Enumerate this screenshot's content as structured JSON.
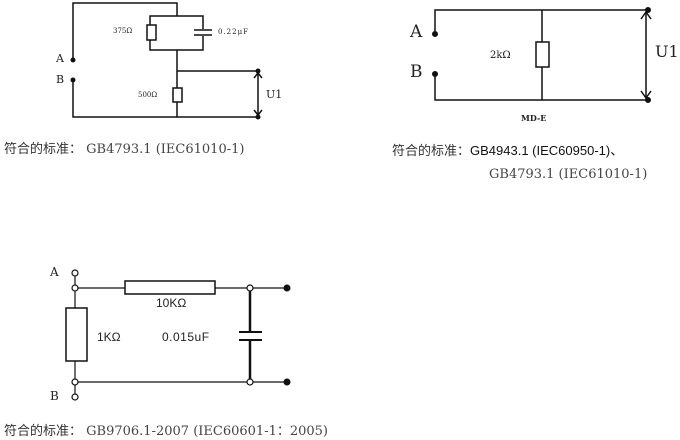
{
  "circuit1": {
    "r1_label": "375Ω",
    "c1_label": "0.22μF",
    "r2_label": "500Ω",
    "terminal_a": "A",
    "terminal_b": "B",
    "output_label": "U1",
    "caption_prefix": "符合的标准：",
    "caption_standard": "GB4793.1 (IEC61010-1)"
  },
  "circuit2": {
    "r_label": "2kΩ",
    "terminal_a": "A",
    "terminal_b": "B",
    "output_label": "U1",
    "model": "MD-E",
    "caption_prefix": "符合的标准：",
    "caption_standard_1": "GB4943.1 (IEC60950-1)、",
    "caption_standard_2": "GB4793.1 (IEC61010-1)"
  },
  "circuit3": {
    "terminal_a": "A",
    "terminal_b": "B",
    "r_series_label": "10KΩ",
    "r_shunt_label": "1KΩ",
    "c_label": "0.015uF",
    "caption_prefix": "符合的标准：",
    "caption_standard": "GB9706.1-2007 (IEC60601-1：2005)"
  }
}
